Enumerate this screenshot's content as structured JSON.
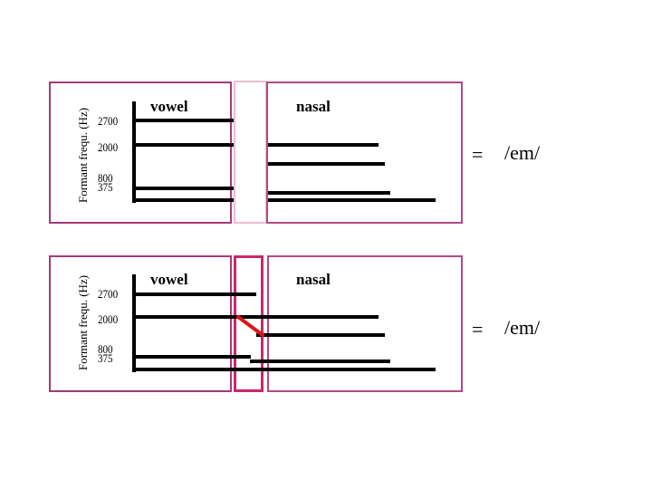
{
  "panels": [
    {
      "id": "top",
      "y_axis_label": "Formant frequ. (Hz)",
      "ticks": [
        "2700",
        "2000",
        "800",
        "375"
      ],
      "vowel_label": "vowel",
      "nasal_label": "nasal",
      "equation": "=",
      "result": "/em/",
      "transition_box": "faint"
    },
    {
      "id": "bottom",
      "y_axis_label": "Formant frequ. (Hz)",
      "ticks": [
        "2700",
        "2000",
        "800",
        "375"
      ],
      "vowel_label": "vowel",
      "nasal_label": "nasal",
      "equation": "=",
      "result": "/em/",
      "transition_box": "highlighted",
      "transition_line": "red diagonal from vowel F2 (2000) down to nasal formant"
    }
  ],
  "colors": {
    "box_border": "#a63a78",
    "transition_faint": "#ecbcd2",
    "transition_strong": "#c8286e",
    "formant_line": "#000000",
    "transition_line": "#e01414"
  }
}
